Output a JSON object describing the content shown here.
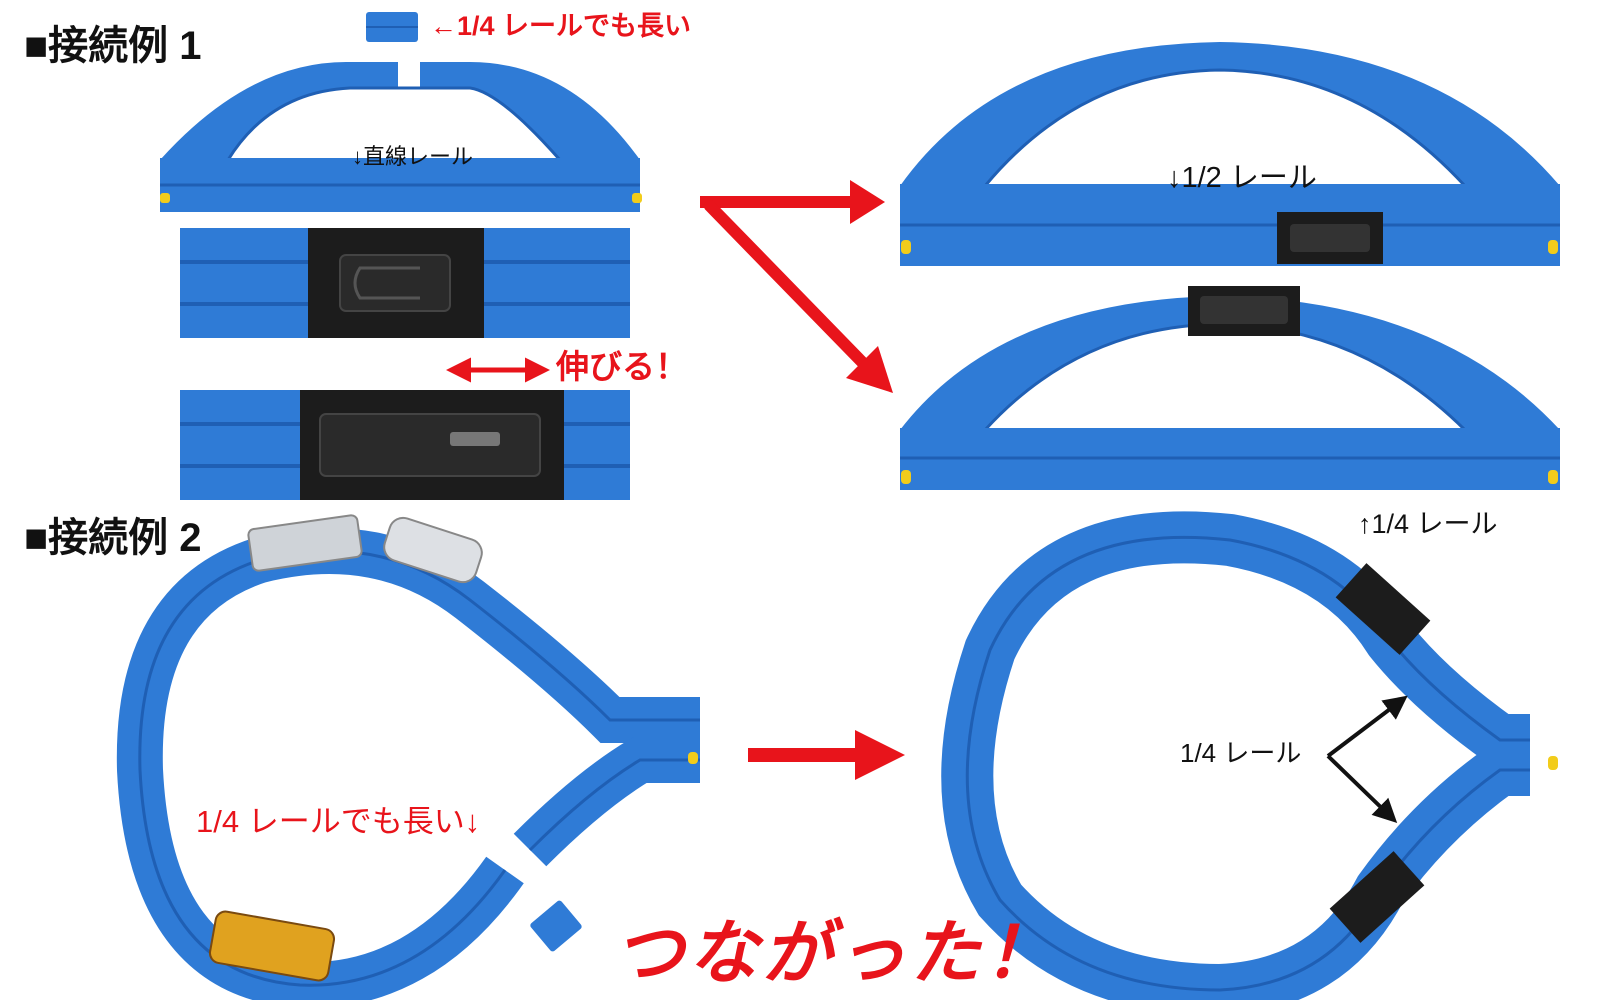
{
  "headings": {
    "example1": "■接続例 1",
    "example2": "■接続例 2"
  },
  "labels": {
    "quarter_longer_top": "←1/4 レールでも長い",
    "straight_rail": "↓直線レール",
    "extends": "伸びる！",
    "half_rail": "↓1/2 レール",
    "quarter_rail_up": "↑1/4 レール",
    "quarter_longer_bottom": "1/4 レールでも長い↓",
    "quarter_rail": "1/4 レール",
    "connected": "つながった！"
  },
  "icons": [
    "red-arrow-up-right",
    "red-arrow-down-right",
    "red-arrow-right",
    "double-arrow",
    "black-arrow-up-right",
    "black-arrow-down-right"
  ],
  "colors": {
    "rail_blue": "#2f7bd6",
    "rail_dark": "#1f5fb4",
    "rail_light": "#5aa0ea",
    "connector_black": "#1c1c1c",
    "accent_red": "#e8141b",
    "text_black": "#111111",
    "yellow_tab": "#f2cc1a"
  }
}
